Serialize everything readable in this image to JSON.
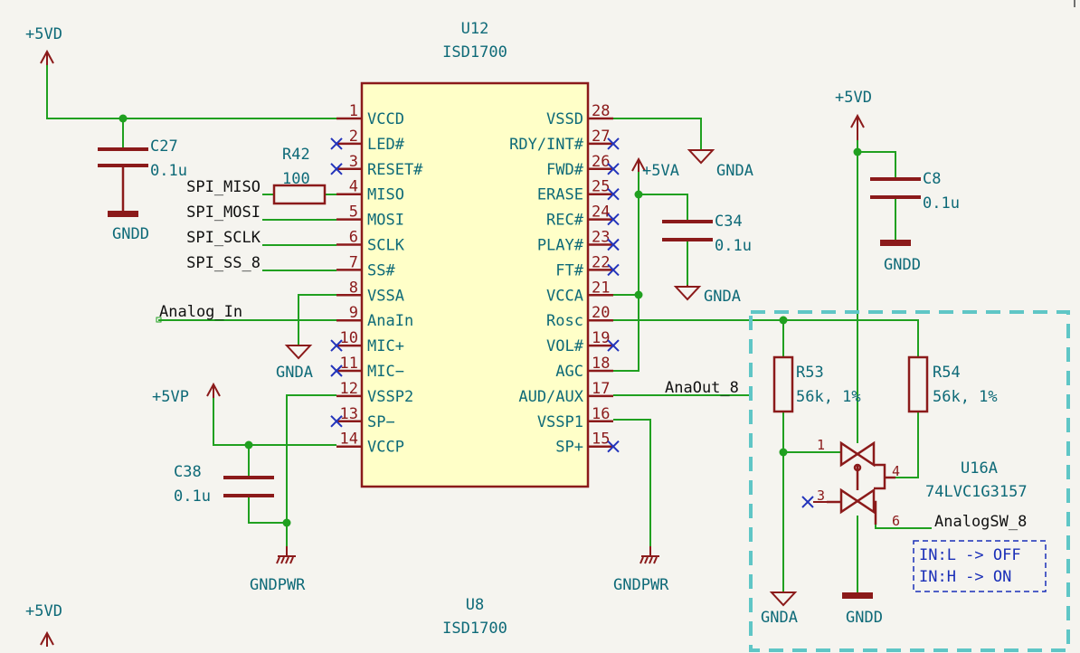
{
  "colors": {
    "background": "#f5f4ef",
    "wire": "#20a020",
    "component": "#8b1a1a",
    "ic_fill": "#ffffc8",
    "pin_text": "#0e6a78",
    "power_text": "#0e6a78",
    "net_text": "#111111",
    "no_connect": "#2233bb",
    "box_dashed": "#5fc6c6",
    "note": "#1a2fb8"
  },
  "power": {
    "vd_top_left": "+5VD",
    "vd_bottom_left": "+5VD",
    "vd_right": "+5VD",
    "va": "+5VA",
    "vp": "+5VP",
    "gnda_vssd": "GNDA",
    "gnda_c34": "GNDA",
    "gnda_vssa": "GNDA",
    "gnda_r53": "GNDA",
    "gndd_c27": "GNDD",
    "gndd_c8": "GNDD",
    "gndd_switch": "GNDD",
    "gndpwr_left": "GNDPWR",
    "gndpwr_right": "GNDPWR"
  },
  "u12": {
    "ref": "U12",
    "value": "ISD1700",
    "left_pins": [
      {
        "num": "1",
        "name": "VCCD"
      },
      {
        "num": "2",
        "name": "LED#"
      },
      {
        "num": "3",
        "name": "RESET#"
      },
      {
        "num": "4",
        "name": "MISO"
      },
      {
        "num": "5",
        "name": "MOSI"
      },
      {
        "num": "6",
        "name": "SCLK"
      },
      {
        "num": "7",
        "name": "SS#"
      },
      {
        "num": "8",
        "name": "VSSA"
      },
      {
        "num": "9",
        "name": "AnaIn"
      },
      {
        "num": "10",
        "name": "MIC+"
      },
      {
        "num": "11",
        "name": "MIC−"
      },
      {
        "num": "12",
        "name": "VSSP2"
      },
      {
        "num": "13",
        "name": "SP−"
      },
      {
        "num": "14",
        "name": "VCCP"
      }
    ],
    "right_pins": [
      {
        "num": "28",
        "name": "VSSD"
      },
      {
        "num": "27",
        "name": "RDY/INT#"
      },
      {
        "num": "26",
        "name": "FWD#"
      },
      {
        "num": "25",
        "name": "ERASE"
      },
      {
        "num": "24",
        "name": "REC#"
      },
      {
        "num": "23",
        "name": "PLAY#"
      },
      {
        "num": "22",
        "name": "FT#"
      },
      {
        "num": "21",
        "name": "VCCA"
      },
      {
        "num": "20",
        "name": "Rosc"
      },
      {
        "num": "19",
        "name": "VOL#"
      },
      {
        "num": "18",
        "name": "AGC"
      },
      {
        "num": "17",
        "name": "AUD/AUX"
      },
      {
        "num": "16",
        "name": "VSSP1"
      },
      {
        "num": "15",
        "name": "SP+"
      }
    ]
  },
  "u8": {
    "ref": "U8",
    "value": "ISD1700"
  },
  "parts": {
    "c27": {
      "ref": "C27",
      "value": "0.1u"
    },
    "c8": {
      "ref": "C8",
      "value": "0.1u"
    },
    "c34": {
      "ref": "C34",
      "value": "0.1u"
    },
    "c38": {
      "ref": "C38",
      "value": "0.1u"
    },
    "r42": {
      "ref": "R42",
      "value": "100"
    },
    "r53": {
      "ref": "R53",
      "value": "56k, 1%"
    },
    "r54": {
      "ref": "R54",
      "value": "56k, 1%"
    },
    "u16a": {
      "ref": "U16A",
      "value": "74LVC1G3157",
      "pin1": "1",
      "pin3": "3",
      "pin4": "4",
      "pin6": "6"
    }
  },
  "nets": {
    "spi_miso": "SPI_MISO",
    "spi_mosi": "SPI_MOSI",
    "spi_sclk": "SPI_SCLK",
    "spi_ss": "SPI_SS_8",
    "analog_in": "Analog_In",
    "anaout": "AnaOut_8",
    "analog_sw": "AnalogSW_8"
  },
  "note": {
    "line1": "IN:L -> OFF",
    "line2": "IN:H -> ON"
  }
}
